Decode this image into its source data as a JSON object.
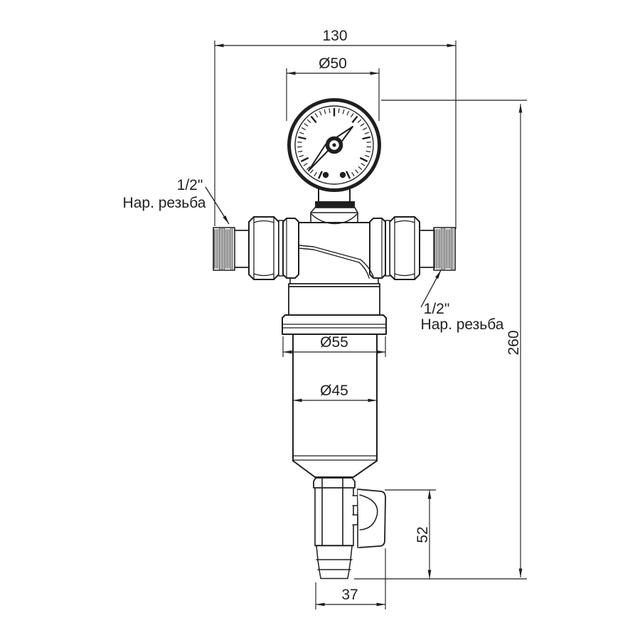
{
  "drawing": {
    "dimensions": {
      "overall_width": "130",
      "gauge_diameter": "Ø50",
      "head_diameter": "Ø55",
      "bowl_diameter": "Ø45",
      "overall_height": "260",
      "drain_height": "52",
      "drain_width": "37"
    },
    "labels": {
      "left_thread_size": "1/2\"",
      "left_thread_type": "Нар. резьба",
      "right_thread_size": "1/2\"",
      "right_thread_type": "Нар. резьба"
    },
    "colors": {
      "line": "#1f1f1f",
      "background": "#ffffff"
    }
  }
}
